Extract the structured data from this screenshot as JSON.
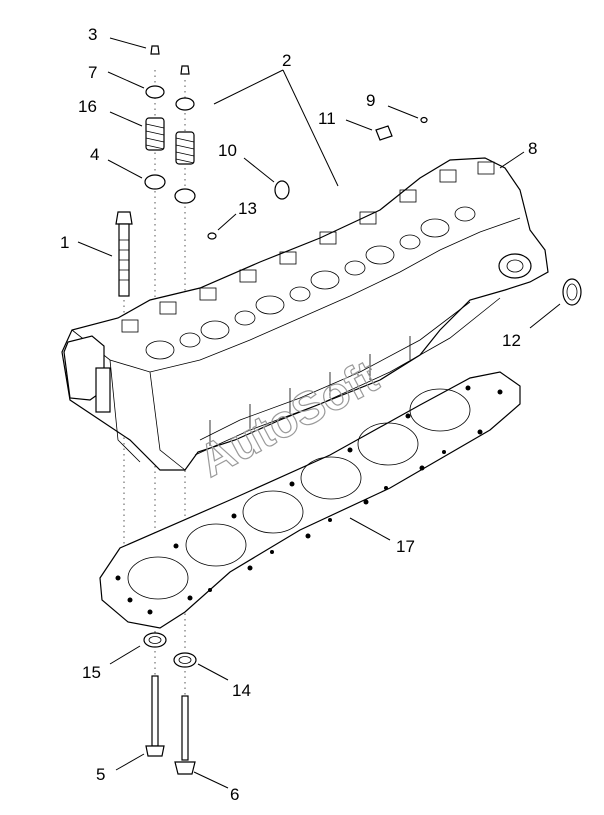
{
  "watermark": "AutoSoft",
  "callouts": [
    {
      "id": "c1",
      "text": "1"
    },
    {
      "id": "c2",
      "text": "2"
    },
    {
      "id": "c3",
      "text": "3"
    },
    {
      "id": "c4",
      "text": "4"
    },
    {
      "id": "c5",
      "text": "5"
    },
    {
      "id": "c6",
      "text": "6"
    },
    {
      "id": "c7",
      "text": "7"
    },
    {
      "id": "c8",
      "text": "8"
    },
    {
      "id": "c9",
      "text": "9"
    },
    {
      "id": "c10",
      "text": "10"
    },
    {
      "id": "c11",
      "text": "11"
    },
    {
      "id": "c12",
      "text": "12"
    },
    {
      "id": "c13",
      "text": "13"
    },
    {
      "id": "c14",
      "text": "14"
    },
    {
      "id": "c15",
      "text": "15"
    },
    {
      "id": "c16",
      "text": "16"
    },
    {
      "id": "c17",
      "text": "17"
    }
  ]
}
